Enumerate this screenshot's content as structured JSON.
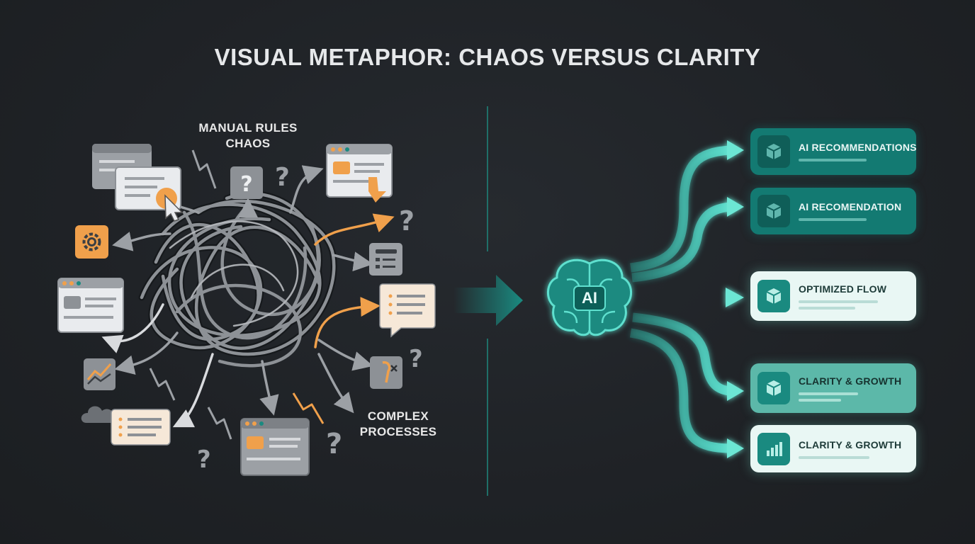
{
  "title": "VISUAL METAPHOR: CHAOS VERSUS CLARITY",
  "left": {
    "label_top": "MANUAL RULES\nCHAOS",
    "label_bottom": "COMPLEX\nPROCESSES"
  },
  "center": {
    "ai_label": "AI"
  },
  "outputs": [
    {
      "label": "AI RECOMMENDATIONS",
      "style": "dark",
      "icon": "cube-icon"
    },
    {
      "label": "AI RECOMENDATION",
      "style": "dark",
      "icon": "cube-icon"
    },
    {
      "label": "OPTIMIZED FLOW",
      "style": "light",
      "icon": "cube-icon"
    },
    {
      "label": "CLARITY & GROWTH",
      "style": "mid",
      "icon": "cube-icon"
    },
    {
      "label": "CLARITY & GROWTH",
      "style": "light",
      "icon": "bar-chart-icon"
    }
  ],
  "colors": {
    "background": "#1f2226",
    "teal": "#1a8a80",
    "teal_glow": "#3fd6c4",
    "orange": "#f0a04b",
    "gray_line": "#8d9196"
  }
}
